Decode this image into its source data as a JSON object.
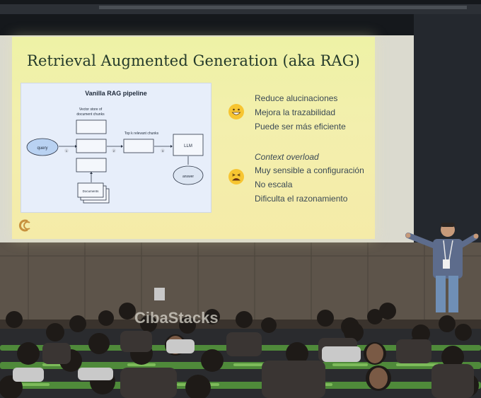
{
  "slide": {
    "title": "Retrieval Augmented Generation (aka RAG)",
    "diagram": {
      "heading": "Vanilla RAG pipeline",
      "vector_store_label_line1": "Vector store of",
      "vector_store_label_line2": "document chunks",
      "topk_label": "Top k relevant chunks",
      "query": "query",
      "llm": "LLM",
      "answer": "answer",
      "documents": "Documents",
      "step_1": "1",
      "step_2": "2",
      "step_3": "3"
    },
    "pros": [
      "Reduce alucinaciones",
      "Mejora la trazabilidad",
      "Puede ser más eficiente"
    ],
    "cons": [
      "Context overload",
      "Muy sensible a configuración",
      "No escala",
      "Dificulta el razonamiento"
    ],
    "pros_icon": "grinning-face-icon",
    "cons_icon": "tired-face-icon",
    "logo_icon": "company-logo-icon"
  },
  "stage": {
    "backdrop_letters": "CibaStacks",
    "lanyard_icon": "badge-icon"
  },
  "colors": {
    "slide_bg": "#f3efad",
    "title": "#243a2a",
    "diagram_bg": "#e7eefa",
    "query_bubble": "#b9d2f2",
    "wall": "#5c5349",
    "speaker_shirt": "#5d6c8c",
    "speaker_jeans": "#6f8fb6"
  }
}
